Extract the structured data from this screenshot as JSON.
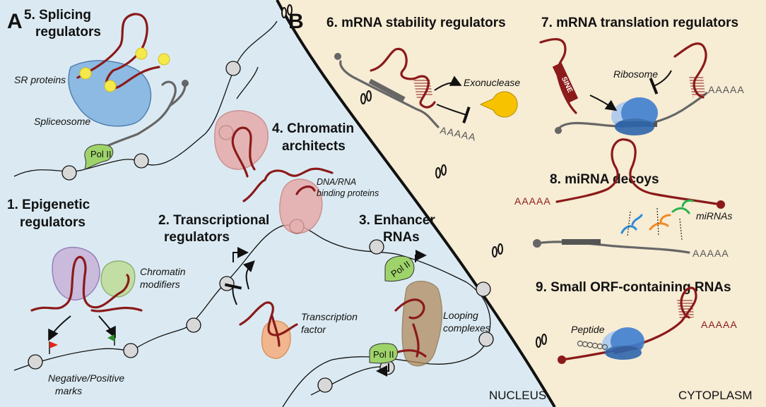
{
  "panels": {
    "a_letter": "A",
    "b_letter": "B",
    "nucleus_label": "NUCLEUS",
    "cytoplasm_label": "CYTOPLASM"
  },
  "categories": {
    "c1_line1": "1. Epigenetic",
    "c1_line2": "regulators",
    "c2_line1": "2. Transcriptional",
    "c2_line2": "regulators",
    "c3_line1": "3. Enhancer",
    "c3_line2": "RNAs",
    "c4_line1": "4. Chromatin",
    "c4_line2": "architects",
    "c5_line1": "5. Splicing",
    "c5_line2": "regulators",
    "c6": "6. mRNA stability regulators",
    "c7": "7. mRNA translation regulators",
    "c8": "8. miRNA decoys",
    "c9": "9. Small ORF-containing RNAs"
  },
  "annotations": {
    "sr_proteins": "SR proteins",
    "spliceosome": "Spliceosome",
    "pol2": "Pol II",
    "dna_rna_bp_line1": "DNA/RNA",
    "dna_rna_bp_line2": "binding proteins",
    "chromatin_mod_line1": "Chromatin",
    "chromatin_mod_line2": "modifiers",
    "marks_line1": "Negative/Positive",
    "marks_line2": "marks",
    "tf_line1": "Transcription",
    "tf_line2": "factor",
    "looping_line1": "Looping",
    "looping_line2": "complexes",
    "exonuclease": "Exonuclease",
    "ribosome": "Ribosome",
    "sine": "SINE",
    "mirnas": "miRNAs",
    "peptide": "Peptide",
    "polya": "AAAAA"
  },
  "colors": {
    "nucleus_bg": "#dbeaf2",
    "cytoplasm_bg": "#f7ecd4",
    "rna": "#8b1a1a",
    "mrna": "#666666",
    "pol2": "#9ed36a",
    "spliceosome": "#7fb2e0",
    "sr_protein": "#f5e84a",
    "architect": "#e7a7a7",
    "exonuclease": "#f7c300",
    "ribosome": "#3e7fd0",
    "looping": "#b08a5e",
    "tf": "#f4b184",
    "mod_purple": "#c8b2d9",
    "mod_green": "#bfdc98",
    "mirna_blue": "#2d8bd6",
    "mirna_orange": "#f08a24",
    "mirna_green": "#2bb24c"
  }
}
